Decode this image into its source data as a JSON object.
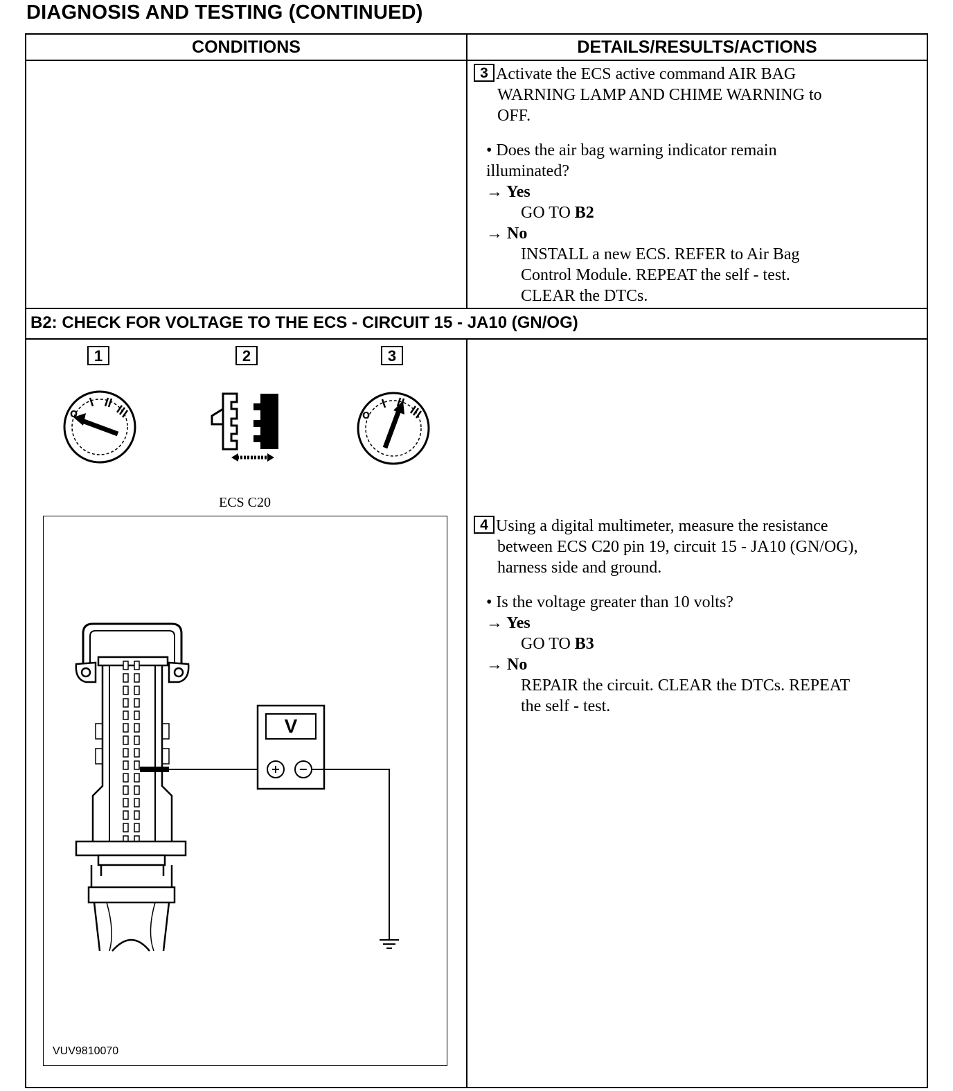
{
  "page": {
    "title": "DIAGNOSIS AND TESTING (CONTINUED)"
  },
  "table": {
    "headers": [
      "CONDITIONS",
      "DETAILS/RESULTS/ACTIONS"
    ]
  },
  "step3": {
    "number": "3",
    "instruction_line1": "Activate the ECS active command AIR BAG",
    "instruction_line2": "WARNING LAMP AND CHIME WARNING to",
    "instruction_line3": "OFF.",
    "question_line1": "• Does the air bag warning indicator remain",
    "question_line2": "illuminated?",
    "yes_label": "→ Yes",
    "yes_action_prefix": "GO TO ",
    "yes_action_target": "B2",
    "no_label": "→ No",
    "no_action_line1": "INSTALL a new ECS.   REFER to Air Bag",
    "no_action_line2": "Control Module. REPEAT the self - test.",
    "no_action_line3": "CLEAR the DTCs."
  },
  "section_b2": {
    "title": "B2: CHECK FOR VOLTAGE TO THE ECS - CIRCUIT 15 - JA10 (GN/OG)",
    "icon_labels": [
      "1",
      "2",
      "3"
    ],
    "connector_label": "ECS C20",
    "meter_label": "V",
    "plus_symbol": "+",
    "minus_symbol": "−",
    "figure_id": "VUV9810070"
  },
  "step4": {
    "number": "4",
    "instruction_line1": "Using a digital multimeter, measure the resistance",
    "instruction_line2": "between ECS C20 pin 19, circuit 15 - JA10 (GN/OG),",
    "instruction_line3": "harness side and ground.",
    "question": "• Is the voltage greater than 10 volts?",
    "yes_label": "→ Yes",
    "yes_action_prefix": "GO TO ",
    "yes_action_target": "B3",
    "no_label": "→ No",
    "no_action_line1": "REPAIR the circuit. CLEAR the DTCs. REPEAT",
    "no_action_line2": "the self - test."
  }
}
